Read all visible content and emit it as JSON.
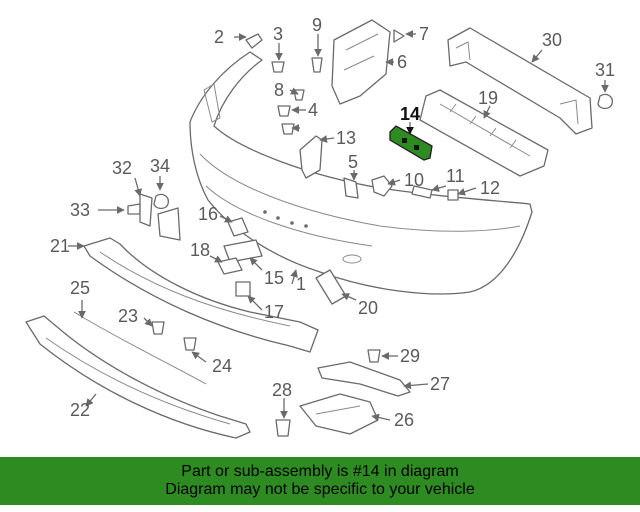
{
  "diagram": {
    "highlighted_part": "14",
    "callouts": [
      "1",
      "2",
      "3",
      "4",
      "5",
      "6",
      "7",
      "8",
      "9",
      "10",
      "11",
      "12",
      "13",
      "14",
      "15",
      "16",
      "17",
      "18",
      "19",
      "20",
      "21",
      "22",
      "23",
      "24",
      "25",
      "26",
      "27",
      "28",
      "29",
      "30",
      "31",
      "32",
      "33",
      "34"
    ]
  },
  "banner": {
    "line1": "Part or sub-assembly is #14 in diagram",
    "line2": "Diagram may not be specific to your vehicle"
  },
  "colors": {
    "highlight": "#2e8b22",
    "banner_bg": "#2e8b22",
    "line_art": "#6a6a6a"
  }
}
